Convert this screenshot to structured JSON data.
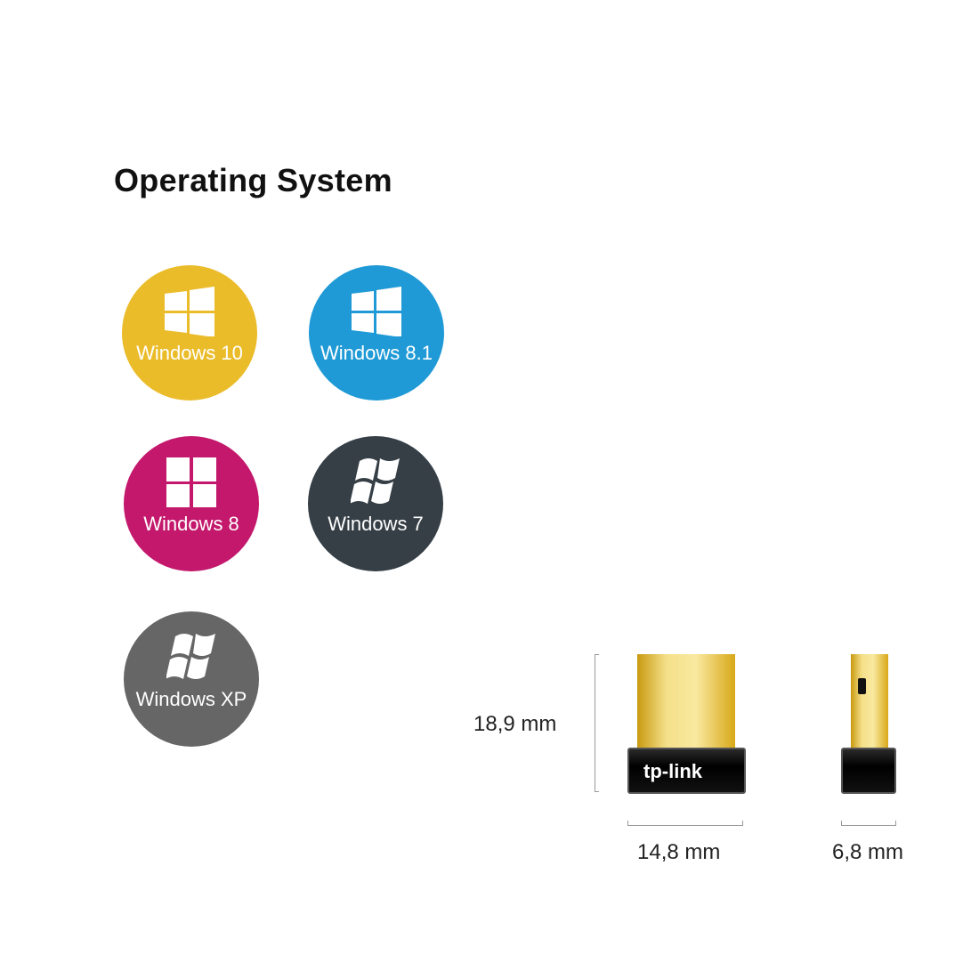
{
  "title": "Operating System",
  "os": [
    {
      "label": "Windows 10",
      "color": "#ebbc2a",
      "icon": "windows-10-logo-icon"
    },
    {
      "label": "Windows 8.1",
      "color": "#1f9ad6",
      "icon": "windows-8-logo-icon"
    },
    {
      "label": "Windows 8",
      "color": "#c3186c",
      "icon": "windows-8-logo-icon"
    },
    {
      "label": "Windows 7",
      "color": "#363f46",
      "icon": "windows-flag-icon"
    },
    {
      "label": "Windows XP",
      "color": "#666666",
      "icon": "windows-flag-icon"
    }
  ],
  "dimensions": {
    "height": "18,9 mm",
    "width": "14,8 mm",
    "depth": "6,8 mm"
  },
  "product": {
    "brand": "tp-link"
  }
}
